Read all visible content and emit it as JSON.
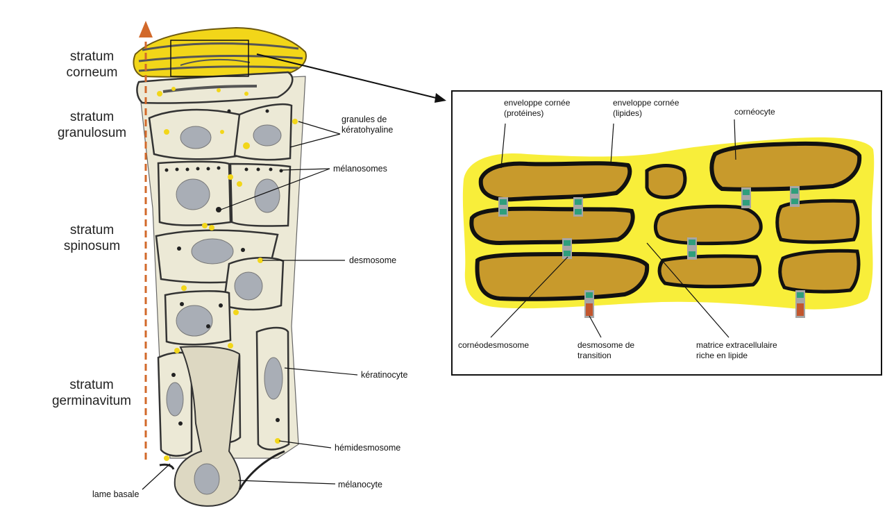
{
  "layers": {
    "corneum": "stratum\ncorneum",
    "granulosum": "stratum\ngranulosum",
    "spinosum": "stratum\nspinosum",
    "germinativum": "stratum\ngerminavitum"
  },
  "left_labels": {
    "granules": "granules de\nkératohyaline",
    "melanosomes": "mélanosomes",
    "desmosome": "desmosome",
    "keratinocyte": "kératinocyte",
    "hemidesmosome": "hémidesmosome",
    "melanocyte": "mélanocyte",
    "lame_basale": "lame basale"
  },
  "inset_labels": {
    "env_proteines": "enveloppe cornée\n(protéines)",
    "env_lipides": "enveloppe cornée\n(lipides)",
    "corneocyte": "cornéocyte",
    "corneodesmosome": "cornéodesmosome",
    "desmo_transition": "desmosome de\ntransition",
    "matrice": "matrice extracellulaire\nriche en lipide"
  },
  "colors": {
    "arrow": "#d2692a",
    "corneum_yellow": "#f2d619",
    "cell_fill": "#ece9d6",
    "nucleus": "#a9aeb6",
    "lipid_yellow": "#f8ee3a",
    "corneocyte_brown": "#c89a2c",
    "desmo_green": "#2f9e7c",
    "desmo_grey": "#a6a6a6",
    "desmo_red": "#c2562e"
  }
}
